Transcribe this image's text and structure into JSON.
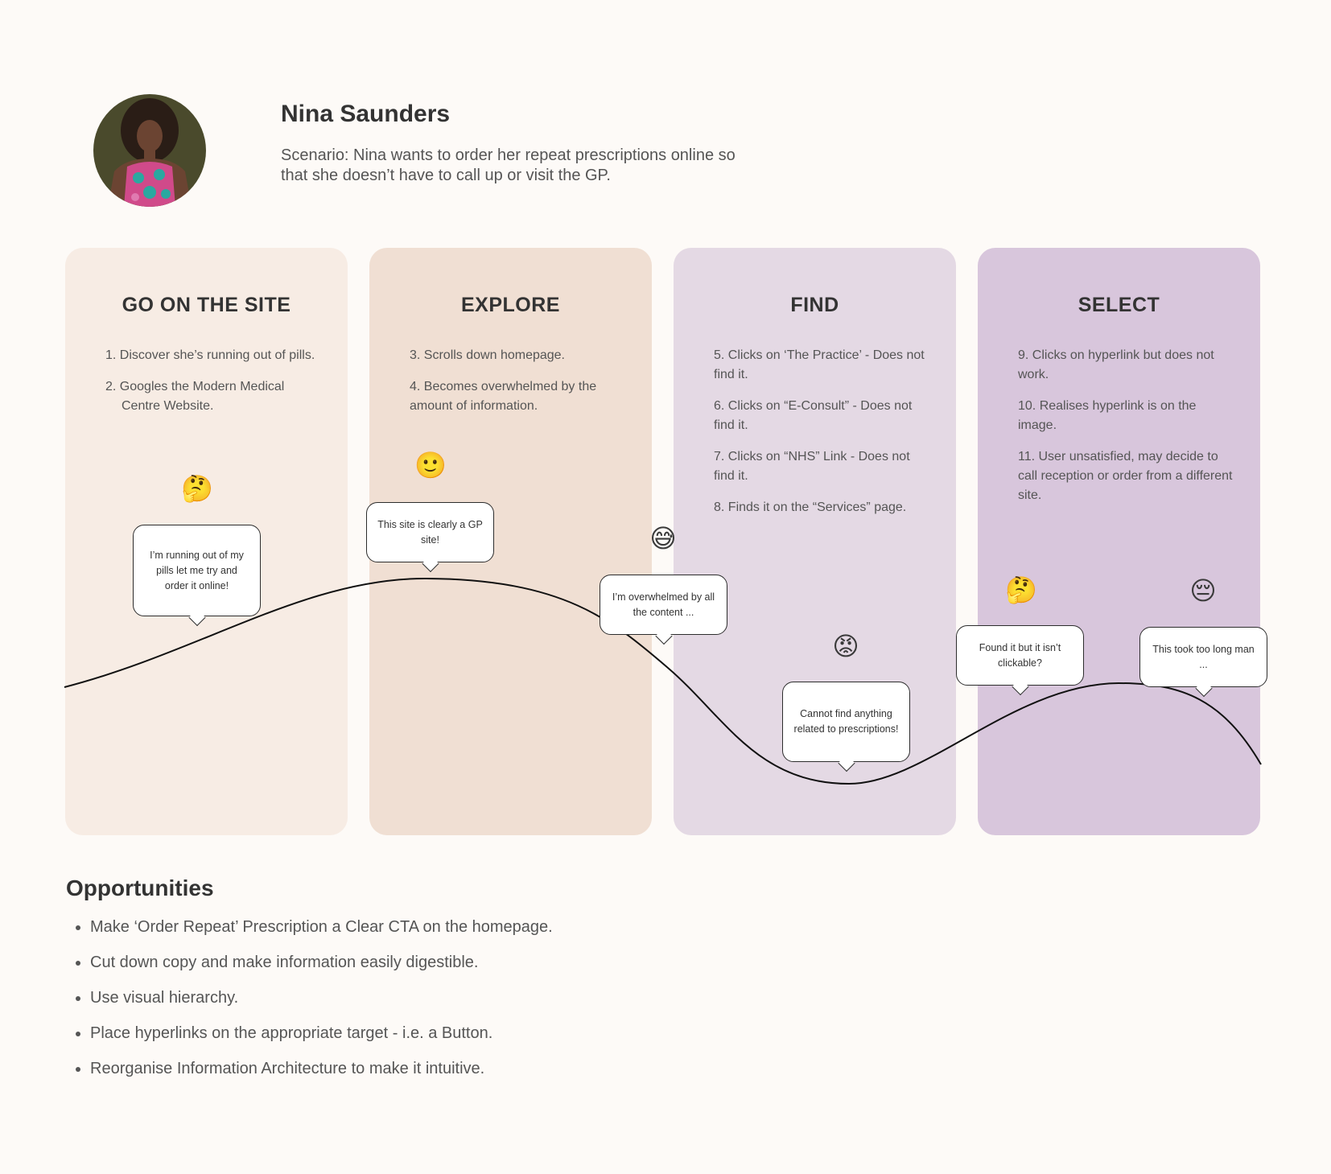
{
  "persona": {
    "name": "Nina Saunders",
    "scenario": "Scenario: Nina wants to order her repeat prescriptions online so that she doesn’t have to call up or visit the GP.",
    "avatar_icon": "woman-portrait-icon"
  },
  "stages": [
    {
      "title": "GO ON THE SITE",
      "color": "#f7ece4",
      "numbered": true,
      "steps": [
        "Discover she’s running out of pills.",
        "Googles the Modern Medical Centre Website."
      ]
    },
    {
      "title": "EXPLORE",
      "color": "#f0dfd3",
      "numbered": false,
      "steps": [
        "3. Scrolls down homepage.",
        "4. Becomes overwhelmed by the amount of information."
      ]
    },
    {
      "title": "FIND",
      "color": "#e4d9e4",
      "numbered": false,
      "steps": [
        "5. Clicks on ‘The Practice’ - Does not find it.",
        "6. Clicks on “E-Consult” - Does not find it.",
        "7. Clicks on “NHS” Link - Does not find it.",
        "8. Finds it on the “Services” page."
      ]
    },
    {
      "title": "SELECT",
      "color": "#d8c6dc",
      "numbered": false,
      "steps": [
        "9. Clicks on hyperlink but does not work.",
        "10. Realises hyperlink is on the image.",
        "11. User unsatisfied, may decide to call reception or order from a different site."
      ]
    }
  ],
  "emotions": [
    {
      "emoji": "🤔",
      "icon": "thinking-face-icon",
      "quote": "I’m running out of my pills let me try and order it online!"
    },
    {
      "emoji": "🙂",
      "icon": "slightly-smiling-face-icon",
      "quote": "This site is clearly a GP site!"
    },
    {
      "emoji": "😅",
      "icon": "sweat-smile-face-icon",
      "quote": "I’m overwhelmed by all the content ..."
    },
    {
      "emoji": "😡",
      "icon": "angry-face-icon",
      "quote": "Cannot find anything related to prescriptions!"
    },
    {
      "emoji": "🤔",
      "icon": "thinking-face-icon",
      "quote": "Found it but it isn’t clickable?"
    },
    {
      "emoji": "😔",
      "icon": "pensive-face-icon",
      "quote": "This took too long man ..."
    }
  ],
  "opportunities": {
    "title": "Opportunities",
    "items": [
      "Make ‘Order Repeat’ Prescription a Clear CTA on the homepage.",
      "Cut down copy and make information easily digestible.",
      "Use visual hierarchy.",
      "Place hyperlinks on the appropriate target - i.e. a Button.",
      "Reorganise Information Architecture to make it intuitive."
    ]
  }
}
